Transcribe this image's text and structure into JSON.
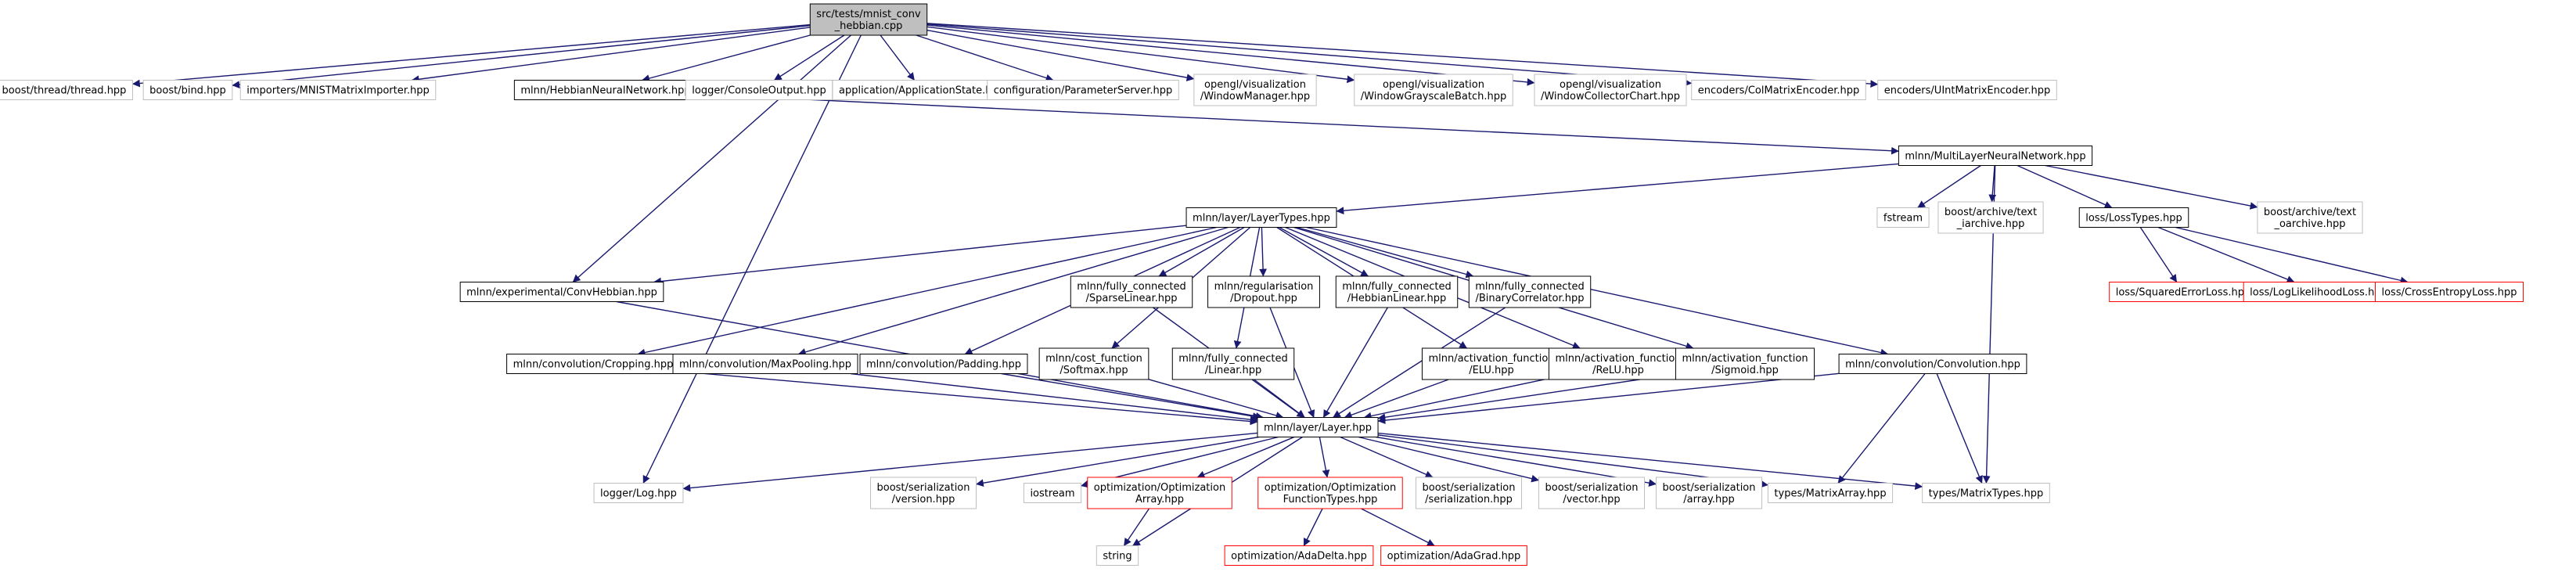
{
  "diagram": {
    "kind": "include-dependency-graph",
    "colors": {
      "edge": "#191970",
      "root_fill": "#bfbfbf",
      "root_border": "#000000",
      "documented_border": "#000000",
      "external_border": "#bfbfbf",
      "missing_border": "#ff0000",
      "text": "#000000"
    },
    "nodes": [
      {
        "id": "root",
        "lines": [
          "src/tests/mnist_conv",
          "_hebbian.cpp"
        ],
        "kind": "root"
      },
      {
        "id": "thread",
        "lines": [
          "boost/thread/thread.hpp"
        ],
        "kind": "external"
      },
      {
        "id": "bind",
        "lines": [
          "boost/bind.hpp"
        ],
        "kind": "external"
      },
      {
        "id": "mnist_importer",
        "lines": [
          "importers/MNISTMatrixImporter.hpp"
        ],
        "kind": "external"
      },
      {
        "id": "hebbian_nn",
        "lines": [
          "mlnn/HebbianNeuralNetwork.hpp"
        ],
        "kind": "documented"
      },
      {
        "id": "console_output",
        "lines": [
          "logger/ConsoleOutput.hpp"
        ],
        "kind": "external"
      },
      {
        "id": "app_state",
        "lines": [
          "application/ApplicationState.hpp"
        ],
        "kind": "external"
      },
      {
        "id": "param_server",
        "lines": [
          "configuration/ParameterServer.hpp"
        ],
        "kind": "external"
      },
      {
        "id": "window_manager",
        "lines": [
          "opengl/visualization",
          "/WindowManager.hpp"
        ],
        "kind": "external"
      },
      {
        "id": "window_gray",
        "lines": [
          "opengl/visualization",
          "/WindowGrayscaleBatch.hpp"
        ],
        "kind": "external"
      },
      {
        "id": "window_collector",
        "lines": [
          "opengl/visualization",
          "/WindowCollectorChart.hpp"
        ],
        "kind": "external"
      },
      {
        "id": "col_encoder",
        "lines": [
          "encoders/ColMatrixEncoder.hpp"
        ],
        "kind": "external"
      },
      {
        "id": "uint_encoder",
        "lines": [
          "encoders/UIntMatrixEncoder.hpp"
        ],
        "kind": "external"
      },
      {
        "id": "multilayer_nn",
        "lines": [
          "mlnn/MultiLayerNeuralNetwork.hpp"
        ],
        "kind": "documented"
      },
      {
        "id": "layer_types",
        "lines": [
          "mlnn/layer/LayerTypes.hpp"
        ],
        "kind": "documented"
      },
      {
        "id": "fstream",
        "lines": [
          "fstream"
        ],
        "kind": "external"
      },
      {
        "id": "text_iarchive",
        "lines": [
          "boost/archive/text",
          "_iarchive.hpp"
        ],
        "kind": "external"
      },
      {
        "id": "loss_types",
        "lines": [
          "loss/LossTypes.hpp"
        ],
        "kind": "documented"
      },
      {
        "id": "text_oarchive",
        "lines": [
          "boost/archive/text",
          "_oarchive.hpp"
        ],
        "kind": "external"
      },
      {
        "id": "conv_hebbian",
        "lines": [
          "mlnn/experimental/ConvHebbian.hpp"
        ],
        "kind": "documented"
      },
      {
        "id": "sparse_linear",
        "lines": [
          "mlnn/fully_connected",
          "/SparseLinear.hpp"
        ],
        "kind": "documented"
      },
      {
        "id": "dropout",
        "lines": [
          "mlnn/regularisation",
          "/Dropout.hpp"
        ],
        "kind": "documented"
      },
      {
        "id": "hebbian_linear",
        "lines": [
          "mlnn/fully_connected",
          "/HebbianLinear.hpp"
        ],
        "kind": "documented"
      },
      {
        "id": "binary_correlator",
        "lines": [
          "mlnn/fully_connected",
          "/BinaryCorrelator.hpp"
        ],
        "kind": "documented"
      },
      {
        "id": "squared_error",
        "lines": [
          "loss/SquaredErrorLoss.hpp"
        ],
        "kind": "missing"
      },
      {
        "id": "log_likelihood",
        "lines": [
          "loss/LogLikelihoodLoss.hpp"
        ],
        "kind": "missing"
      },
      {
        "id": "cross_entropy",
        "lines": [
          "loss/CrossEntropyLoss.hpp"
        ],
        "kind": "missing"
      },
      {
        "id": "cropping",
        "lines": [
          "mlnn/convolution/Cropping.hpp"
        ],
        "kind": "documented"
      },
      {
        "id": "maxpooling",
        "lines": [
          "mlnn/convolution/MaxPooling.hpp"
        ],
        "kind": "documented"
      },
      {
        "id": "padding",
        "lines": [
          "mlnn/convolution/Padding.hpp"
        ],
        "kind": "documented"
      },
      {
        "id": "softmax",
        "lines": [
          "mlnn/cost_function",
          "/Softmax.hpp"
        ],
        "kind": "documented"
      },
      {
        "id": "linear",
        "lines": [
          "mlnn/fully_connected",
          "/Linear.hpp"
        ],
        "kind": "documented"
      },
      {
        "id": "elu",
        "lines": [
          "mlnn/activation_function",
          "/ELU.hpp"
        ],
        "kind": "documented"
      },
      {
        "id": "relu",
        "lines": [
          "mlnn/activation_function",
          "/ReLU.hpp"
        ],
        "kind": "documented"
      },
      {
        "id": "sigmoid",
        "lines": [
          "mlnn/activation_function",
          "/Sigmoid.hpp"
        ],
        "kind": "documented"
      },
      {
        "id": "convolution",
        "lines": [
          "mlnn/convolution/Convolution.hpp"
        ],
        "kind": "documented"
      },
      {
        "id": "layer",
        "lines": [
          "mlnn/layer/Layer.hpp"
        ],
        "kind": "documented"
      },
      {
        "id": "log",
        "lines": [
          "logger/Log.hpp"
        ],
        "kind": "external"
      },
      {
        "id": "ser_version",
        "lines": [
          "boost/serialization",
          "/version.hpp"
        ],
        "kind": "external"
      },
      {
        "id": "iostream",
        "lines": [
          "iostream"
        ],
        "kind": "external"
      },
      {
        "id": "opt_array",
        "lines": [
          "optimization/Optimization",
          "Array.hpp"
        ],
        "kind": "missing"
      },
      {
        "id": "opt_function_types",
        "lines": [
          "optimization/Optimization",
          "FunctionTypes.hpp"
        ],
        "kind": "missing"
      },
      {
        "id": "ser_serialization",
        "lines": [
          "boost/serialization",
          "/serialization.hpp"
        ],
        "kind": "external"
      },
      {
        "id": "ser_vector",
        "lines": [
          "boost/serialization",
          "/vector.hpp"
        ],
        "kind": "external"
      },
      {
        "id": "ser_array",
        "lines": [
          "boost/serialization",
          "/array.hpp"
        ],
        "kind": "external"
      },
      {
        "id": "matrix_array",
        "lines": [
          "types/MatrixArray.hpp"
        ],
        "kind": "external"
      },
      {
        "id": "matrix_types",
        "lines": [
          "types/MatrixTypes.hpp"
        ],
        "kind": "external"
      },
      {
        "id": "string",
        "lines": [
          "string"
        ],
        "kind": "external"
      },
      {
        "id": "adadelta",
        "lines": [
          "optimization/AdaDelta.hpp"
        ],
        "kind": "missing"
      },
      {
        "id": "adagrad",
        "lines": [
          "optimization/AdaGrad.hpp"
        ],
        "kind": "missing"
      }
    ],
    "edges": [
      [
        "root",
        "thread"
      ],
      [
        "root",
        "bind"
      ],
      [
        "root",
        "mnist_importer"
      ],
      [
        "root",
        "hebbian_nn"
      ],
      [
        "root",
        "console_output"
      ],
      [
        "root",
        "app_state"
      ],
      [
        "root",
        "param_server"
      ],
      [
        "root",
        "window_manager"
      ],
      [
        "root",
        "window_gray"
      ],
      [
        "root",
        "window_collector"
      ],
      [
        "root",
        "col_encoder"
      ],
      [
        "root",
        "uint_encoder"
      ],
      [
        "root",
        "conv_hebbian"
      ],
      [
        "root",
        "log"
      ],
      [
        "hebbian_nn",
        "multilayer_nn"
      ],
      [
        "multilayer_nn",
        "layer_types"
      ],
      [
        "multilayer_nn",
        "fstream"
      ],
      [
        "multilayer_nn",
        "text_iarchive"
      ],
      [
        "multilayer_nn",
        "loss_types"
      ],
      [
        "multilayer_nn",
        "text_oarchive"
      ],
      [
        "multilayer_nn",
        "matrix_types"
      ],
      [
        "loss_types",
        "squared_error"
      ],
      [
        "loss_types",
        "log_likelihood"
      ],
      [
        "loss_types",
        "cross_entropy"
      ],
      [
        "layer_types",
        "conv_hebbian"
      ],
      [
        "layer_types",
        "sparse_linear"
      ],
      [
        "layer_types",
        "dropout"
      ],
      [
        "layer_types",
        "hebbian_linear"
      ],
      [
        "layer_types",
        "binary_correlator"
      ],
      [
        "layer_types",
        "cropping"
      ],
      [
        "layer_types",
        "maxpooling"
      ],
      [
        "layer_types",
        "padding"
      ],
      [
        "layer_types",
        "softmax"
      ],
      [
        "layer_types",
        "linear"
      ],
      [
        "layer_types",
        "elu"
      ],
      [
        "layer_types",
        "relu"
      ],
      [
        "layer_types",
        "sigmoid"
      ],
      [
        "layer_types",
        "convolution"
      ],
      [
        "conv_hebbian",
        "layer"
      ],
      [
        "sparse_linear",
        "layer"
      ],
      [
        "dropout",
        "layer"
      ],
      [
        "hebbian_linear",
        "layer"
      ],
      [
        "binary_correlator",
        "layer"
      ],
      [
        "cropping",
        "layer"
      ],
      [
        "maxpooling",
        "layer"
      ],
      [
        "padding",
        "layer"
      ],
      [
        "softmax",
        "layer"
      ],
      [
        "linear",
        "layer"
      ],
      [
        "elu",
        "layer"
      ],
      [
        "relu",
        "layer"
      ],
      [
        "sigmoid",
        "layer"
      ],
      [
        "convolution",
        "layer"
      ],
      [
        "convolution",
        "matrix_array"
      ],
      [
        "convolution",
        "matrix_types"
      ],
      [
        "layer",
        "log"
      ],
      [
        "layer",
        "ser_version"
      ],
      [
        "layer",
        "iostream"
      ],
      [
        "layer",
        "string"
      ],
      [
        "layer",
        "opt_array"
      ],
      [
        "layer",
        "opt_function_types"
      ],
      [
        "layer",
        "ser_serialization"
      ],
      [
        "layer",
        "ser_vector"
      ],
      [
        "layer",
        "ser_array"
      ],
      [
        "layer",
        "matrix_array"
      ],
      [
        "layer",
        "matrix_types"
      ],
      [
        "opt_array",
        "string"
      ],
      [
        "opt_function_types",
        "adadelta"
      ],
      [
        "opt_function_types",
        "adagrad"
      ]
    ]
  }
}
